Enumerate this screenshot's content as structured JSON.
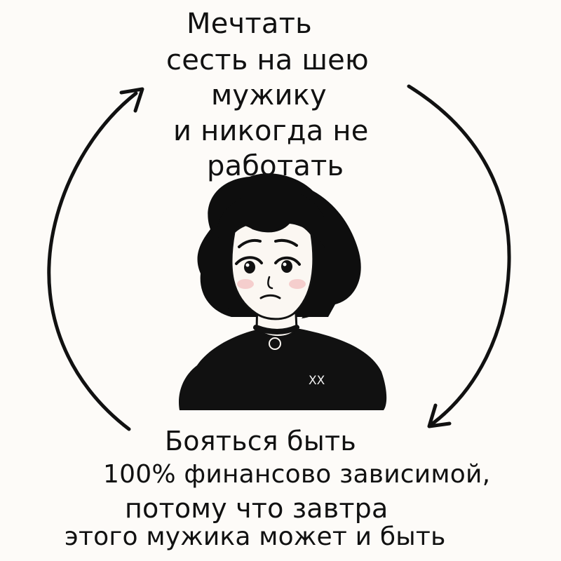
{
  "caption": {
    "top": [
      "Мечтать",
      "сесть на шею",
      "мужику",
      "и никогда не",
      "работать"
    ],
    "bottom": [
      "Бояться быть",
      "100% финансово зависимой,",
      "потому что завтра",
      "этого мужика может и быть"
    ]
  },
  "illustration": {
    "shirt_mark": "XX"
  },
  "colors": {
    "background": "#fdfbf8",
    "ink": "#111111",
    "hair": "#0e0e0e",
    "skin": "#fbf7f2",
    "blush": "#f4c9c9"
  }
}
